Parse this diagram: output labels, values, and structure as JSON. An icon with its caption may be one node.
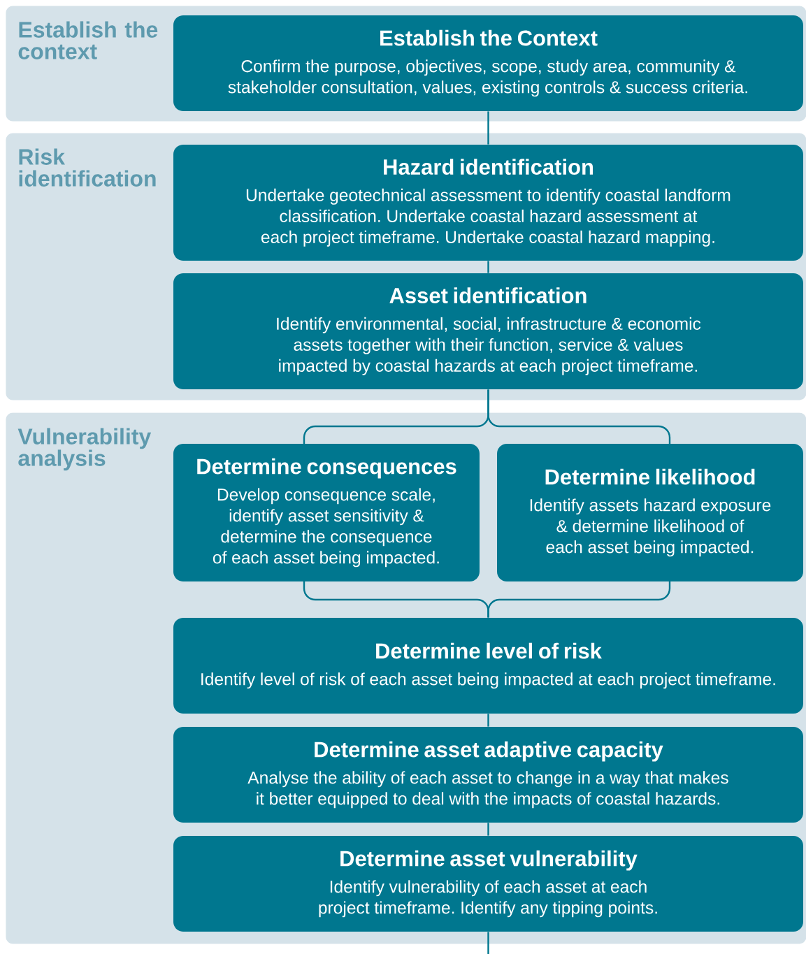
{
  "diagram": {
    "nodes": [
      {
        "text": [
          "Establish the context"
        ]
      },
      {
        "text": [
          "Establish the Context",
          "Confirm the purpose, objectives, scope, study area, community & stakeholder consultation, values, existing controls & success criteria."
        ],
        "in": 0
      },
      {
        "text": [
          "Risk identification"
        ]
      },
      {
        "text": [
          "Hazard identification",
          "Undertake geotechnical assessment to identify coastal landform classification. Undertake coastal hazard assessment at each project timeframe. Undertake coastal hazard mapping."
        ],
        "in": 2
      },
      {
        "text": [
          "Asset identification",
          "Identify environmental, social, infrastructure & economic assets together with their function, service & values impacted by coastal hazards at each project timeframe."
        ],
        "in": 2
      },
      {
        "text": [
          "Vulnerability analysis"
        ]
      },
      {
        "text": [
          "Determine consequences",
          "Develop consequence scale, identify asset sensitivity & determine the consequence of each asset being impacted."
        ],
        "in": 5
      },
      {
        "text": [
          "Determine likelihood",
          "Identify assets hazard exposure & determine likelihood of each asset being impacted."
        ],
        "in": 5
      },
      {
        "text": [
          "Determine level of risk",
          "Identify level of risk of each asset being impacted at each project timeframe."
        ],
        "in": 5
      },
      {
        "text": [
          "Determine asset adaptive capacity",
          "Analyse the ability of each asset to change in a way that makes it better equipped to deal with the impacts of coastal hazards."
        ],
        "in": 5
      },
      {
        "text": [
          "Determine asset vulnerability",
          "Identify vulnerability of each asset at each project timeframe. Identify any tipping points."
        ],
        "in": 5
      }
    ],
    "edges": [
      {
        "from": 1,
        "to": 3,
        "arrow": "none"
      },
      {
        "from": 3,
        "to": 4,
        "arrow": "none"
      },
      {
        "from": 4,
        "to": 6,
        "arrow": "none"
      },
      {
        "from": 4,
        "to": 7,
        "arrow": "none"
      },
      {
        "from": 6,
        "to": 8,
        "arrow": "none"
      },
      {
        "from": 7,
        "to": 8,
        "arrow": "none"
      },
      {
        "from": 8,
        "to": 9,
        "arrow": "none"
      },
      {
        "from": 9,
        "to": 10,
        "arrow": "none"
      },
      {
        "from": 10,
        "to": null,
        "arrow": "none"
      }
    ]
  }
}
